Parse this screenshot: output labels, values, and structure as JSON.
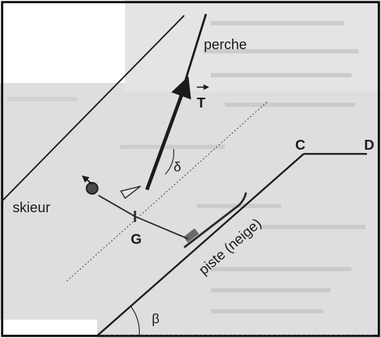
{
  "figure": {
    "labels": {
      "perche": "perche",
      "tension": "T",
      "skieur": "skieur",
      "centre": "G",
      "piste": "piste (neige)",
      "point_c": "C",
      "point_d": "D",
      "delta": "δ",
      "beta": "β"
    }
  },
  "colors": {
    "ink": "#1b1b1b",
    "page_grey": "#d2d2d2",
    "page_light": "#ececec",
    "ghost_text": "#b9b9b9",
    "border": "#000000"
  }
}
